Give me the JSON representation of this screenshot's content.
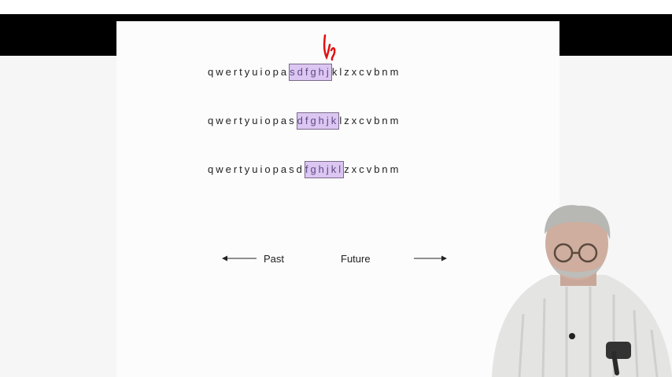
{
  "rows": [
    {
      "before": "qwertyuiopa",
      "highlight": "sdfghj",
      "after": "klzxcvbnm"
    },
    {
      "before": "qwertyuiopas",
      "highlight": "dfghjk",
      "after": "lzxcvbnm"
    },
    {
      "before": "qwertyuiopasd",
      "highlight": "fghjkl",
      "after": "zxcvbnm"
    }
  ],
  "timeline": {
    "past_label": "Past",
    "future_label": "Future"
  },
  "colors": {
    "highlight_fill": "#dcc6f2",
    "highlight_border": "#7a6a8c",
    "annotation": "#e01010",
    "band": "#000000"
  }
}
